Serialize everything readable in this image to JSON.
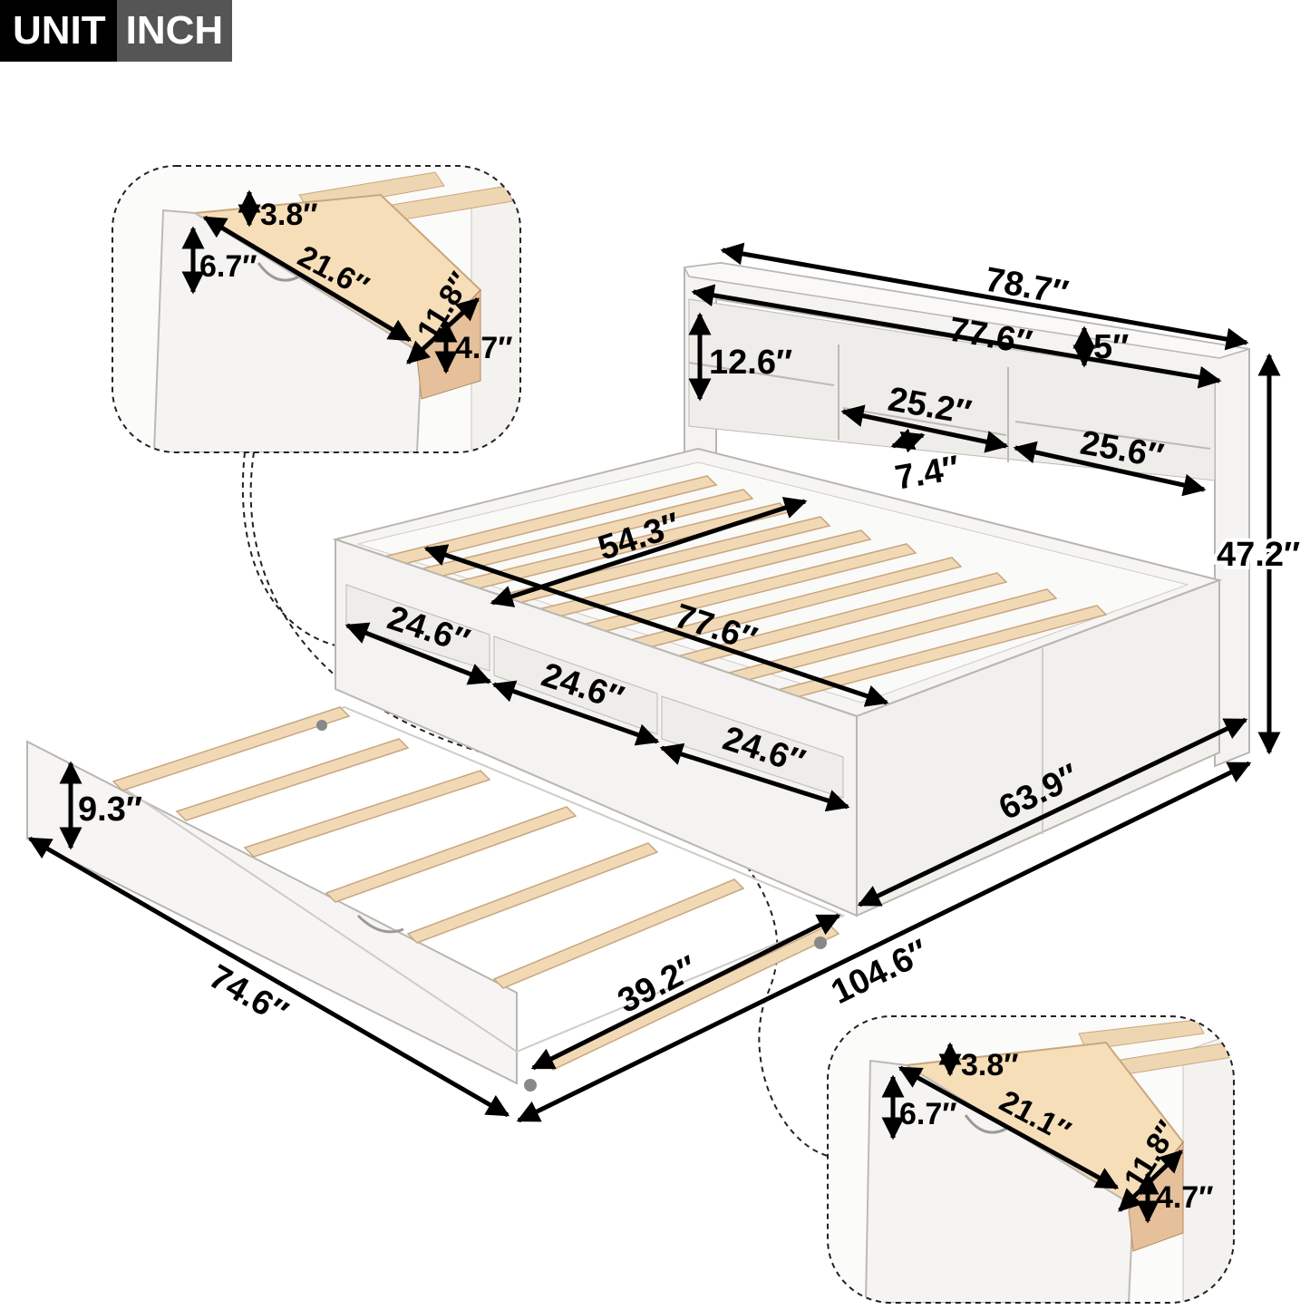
{
  "unit_badge": {
    "unit_label": "UNIT",
    "unit_value": "INCH"
  },
  "colors": {
    "frame": "#f4f3f1",
    "frame_edge": "#b9b6b0",
    "wood": "#f2d9b6",
    "wood_edge": "#c9a67e",
    "arrow": "#000000"
  },
  "headboard": {
    "total_width": "78.7″",
    "inner_width": "77.6″",
    "shelf_height": "12.6″",
    "top_shelf_depth": "5″",
    "middle_cubby_width": "25.2″",
    "cubby_depth": "7.4″",
    "right_cubby_width": "25.6″",
    "overall_height": "47.2″"
  },
  "bed": {
    "slat_width": "54.3″",
    "inner_length": "77.6″",
    "overall_width": "63.9″",
    "overall_length": "104.6″",
    "drawer_widths": [
      "24.6″",
      "24.6″",
      "24.6″"
    ]
  },
  "trundle": {
    "height": "9.3″",
    "length": "74.6″",
    "width": "39.2″"
  },
  "drawer_detail_top": {
    "inner_height": "3.8″",
    "front_height": "6.7″",
    "inner_length": "21.6″",
    "depth": "11.8″",
    "side_height": "4.7″"
  },
  "drawer_detail_bottom": {
    "inner_height": "3.8″",
    "front_height": "6.7″",
    "inner_length": "21.1″",
    "depth": "11.8″",
    "side_height": "4.7″"
  }
}
